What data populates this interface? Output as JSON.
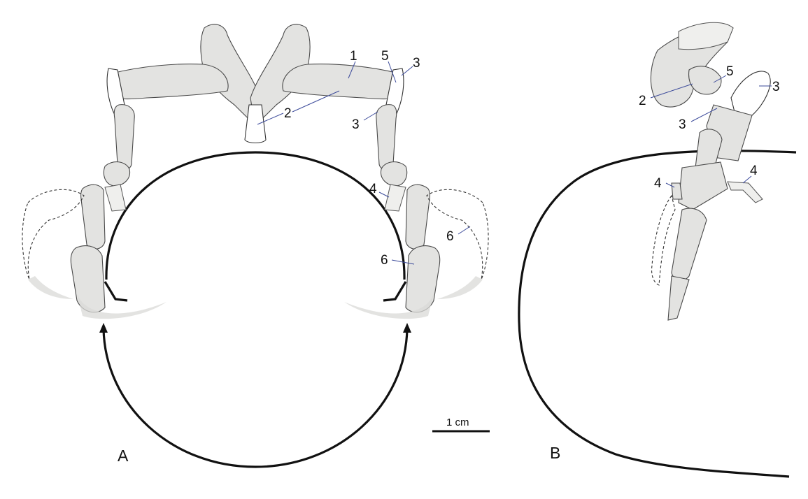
{
  "panels": {
    "a": "A",
    "b": "B"
  },
  "scale_bar": {
    "label": "1 cm"
  },
  "labels_a": {
    "n1": "1",
    "n2": "2",
    "n5": "5",
    "n3a": "3",
    "n3b": "3",
    "n4": "4",
    "n6a": "6",
    "n6b": "6"
  },
  "labels_b": {
    "n5": "5",
    "n2": "2",
    "n3a": "3",
    "n3b": "3",
    "n4a": "4",
    "n4b": "4"
  }
}
